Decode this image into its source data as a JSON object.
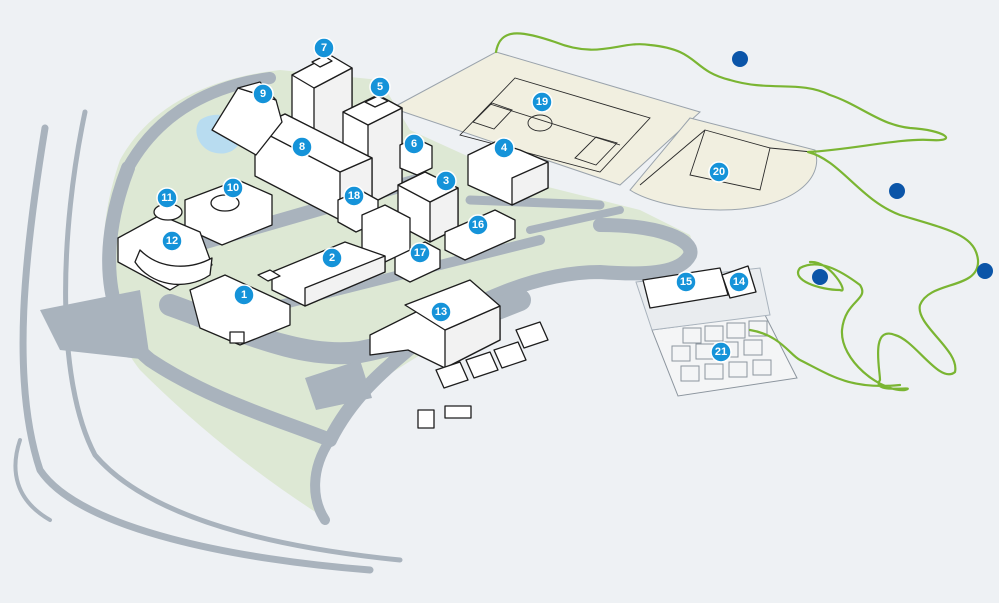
{
  "colors": {
    "background": "#eef1f4",
    "road": "#a9b3bd",
    "lawn": "#dde8d4",
    "field": "#f1efe0",
    "water": "#b8dcf0",
    "marker": "#1593d9",
    "trail": "#7ab532",
    "trail_stop": "#0b55a8"
  },
  "markers": [
    {
      "id": "1",
      "label": "1"
    },
    {
      "id": "2",
      "label": "2"
    },
    {
      "id": "3",
      "label": "3"
    },
    {
      "id": "4",
      "label": "4"
    },
    {
      "id": "5",
      "label": "5"
    },
    {
      "id": "6",
      "label": "6"
    },
    {
      "id": "7",
      "label": "7"
    },
    {
      "id": "8",
      "label": "8"
    },
    {
      "id": "9",
      "label": "9"
    },
    {
      "id": "10",
      "label": "10"
    },
    {
      "id": "11",
      "label": "11"
    },
    {
      "id": "12",
      "label": "12"
    },
    {
      "id": "13",
      "label": "13"
    },
    {
      "id": "14",
      "label": "14"
    },
    {
      "id": "15",
      "label": "15"
    },
    {
      "id": "16",
      "label": "16"
    },
    {
      "id": "17",
      "label": "17"
    },
    {
      "id": "18",
      "label": "18"
    },
    {
      "id": "19",
      "label": "19"
    },
    {
      "id": "20",
      "label": "20"
    },
    {
      "id": "21",
      "label": "21"
    }
  ],
  "trail_stops": 4
}
